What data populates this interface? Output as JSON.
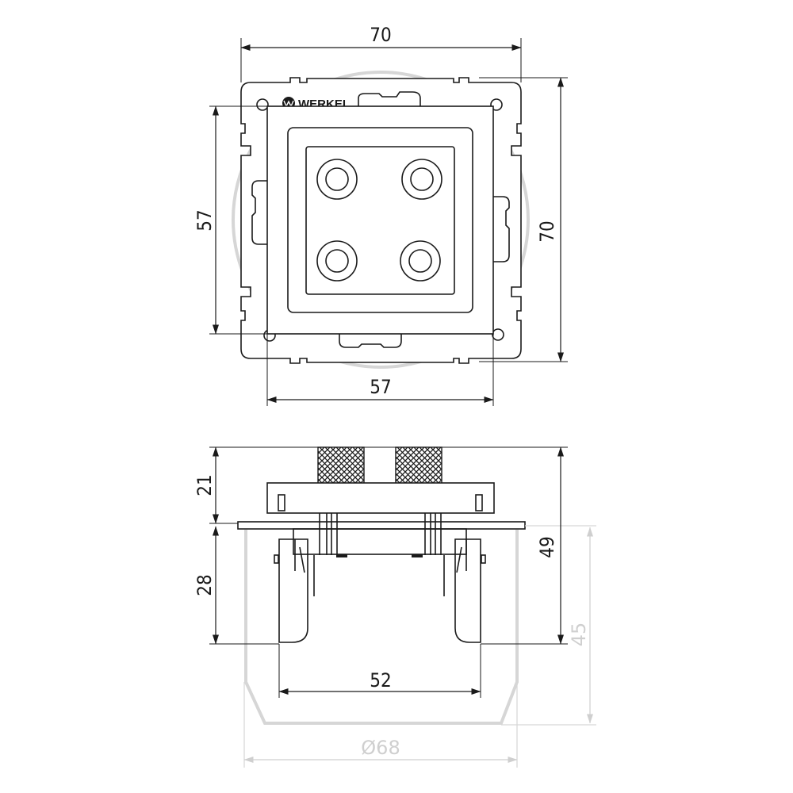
{
  "brand": {
    "logo_text": "WERKEL"
  },
  "front_view": {
    "dims": {
      "frame_width": "70",
      "frame_height": "70",
      "module_width": "57",
      "module_height": "57"
    }
  },
  "side_view": {
    "dims": {
      "terminal_height": "21",
      "body_depth": "28",
      "total_height": "49",
      "box_depth": "45",
      "claw_span": "52",
      "box_diameter": "Ø68"
    }
  }
}
